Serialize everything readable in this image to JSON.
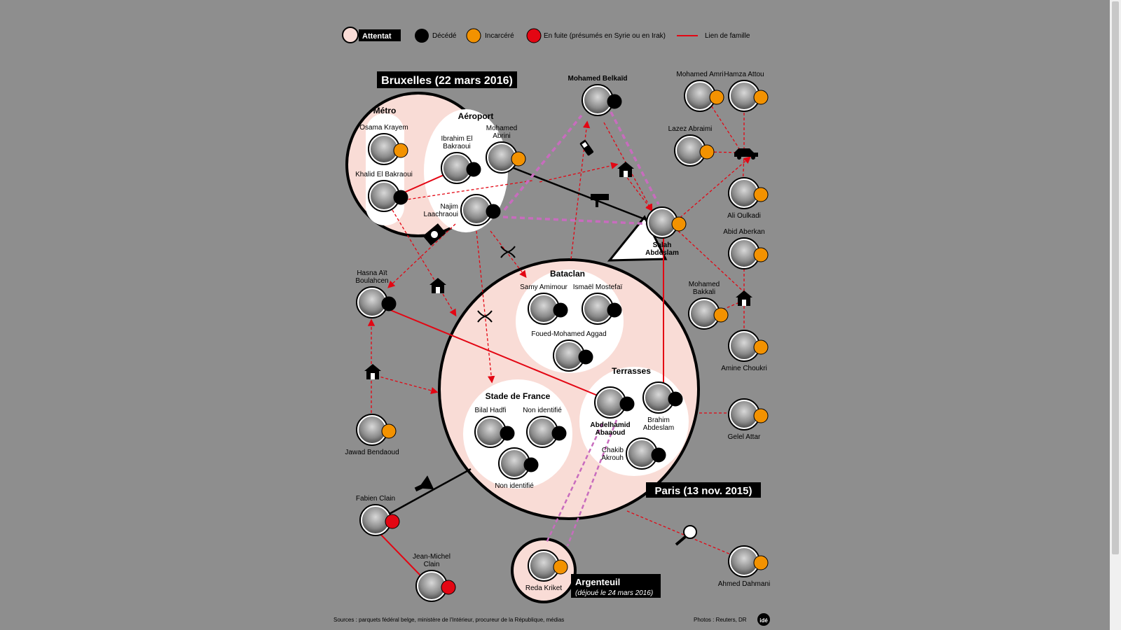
{
  "legend": {
    "attack": "Attentat",
    "dead": "Décédé",
    "jailed": "Incarcéré",
    "fugitive": "En fuite (présumés en Syrie ou en Irak)",
    "family": "Lien de famille"
  },
  "colors": {
    "background": "#8e8e8e",
    "attack_fill": "#f9dcd6",
    "dead": "#000000",
    "jailed": "#f39200",
    "fugitive": "#e30613",
    "link": "#e30613",
    "pink_link": "#c86cbe"
  },
  "groups": {
    "brussels_title": "Bruxelles (22 mars 2016)",
    "metro": "Métro",
    "airport": "Aéroport",
    "bataclan": "Bataclan",
    "terraces": "Terrasses",
    "stade": "Stade de France",
    "paris_title": "Paris (13 nov. 2015)",
    "argenteuil_title": "Argenteuil",
    "argenteuil_sub": "(déjoué le 24 mars 2016)"
  },
  "people": {
    "osama": "Osama Krayem",
    "khalid": "Khalid El Bakraoui",
    "ibrahim": "Ibrahim El Bakraoui",
    "abrini": "Mohamed Abrini",
    "najim": "Najim Laachraoui",
    "belkaid": "Mohamed Belkaïd",
    "amri": "Mohamed Amri",
    "attou": "Hamza Attou",
    "abraimi": "Lazez Abraimi",
    "oulkadi": "Ali Oulkadi",
    "salah": "Salah Abdeslam",
    "aberkan": "Abid Aberkan",
    "bakkali": "Mohamed Bakkali",
    "chouki": "Amine Choukri",
    "attar": "Gelel Attar",
    "dahmani": "Ahmed Dahmani",
    "hasna": "Hasna Aït Boulahcen",
    "bendaoud": "Jawad Bendaoud",
    "fabien": "Fabien Clain",
    "jeanmichel": "Jean-Michel Clain",
    "reda": "Reda Kriket",
    "samy": "Samy Amimour",
    "ismael": "Ismaël Mostefaï",
    "foued": "Foued-Mohamed Aggad",
    "hadfi": "Bilal Hadfi",
    "nonid1": "Non identifié",
    "nonid2": "Non identifié",
    "abaaoud": "Abdelhamid Abaaoud",
    "brahim": "Brahim Abdeslam",
    "chakib": "Chakib Akrouh"
  },
  "footer": {
    "sources": "Sources : parquets fédéral belge, ministère de l'Intérieur, procureur de la République, médias",
    "photos": "Photos : Reuters, DR",
    "logo": "idé"
  }
}
